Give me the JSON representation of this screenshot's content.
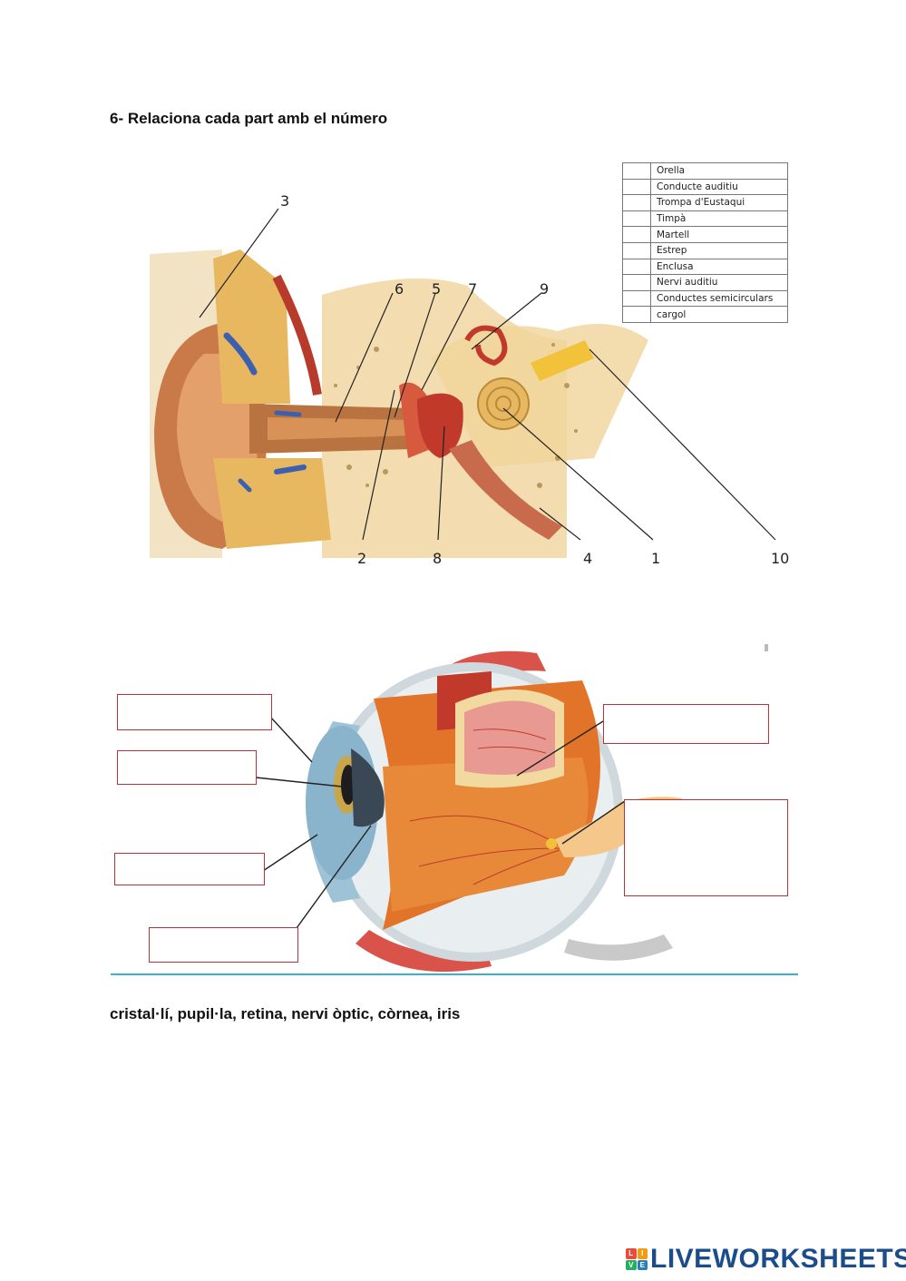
{
  "heading": "6- Relaciona cada part amb el número",
  "ear_numbers": [
    "3",
    "6",
    "5",
    "7",
    "9",
    "2",
    "8",
    "4",
    "1",
    "10"
  ],
  "ear_table": [
    "Orella",
    "Conducte auditiu",
    "Trompa d'Eustaqui",
    "Timpà",
    "Martell",
    "Estrep",
    "Enclusa",
    "Nervi auditiu",
    "Conductes semicirculars",
    "cargol"
  ],
  "word_list": "cristal·lí, pupil·la, retina, nervi òptic, còrnea, iris",
  "logo": {
    "text": "LIVEWORKSHEETS",
    "mark": [
      "L",
      "I",
      "V",
      "E"
    ]
  },
  "colors": {
    "box_border": "#b8343a",
    "rule": "#3ab0d6",
    "logo": "#1b4d8a"
  }
}
